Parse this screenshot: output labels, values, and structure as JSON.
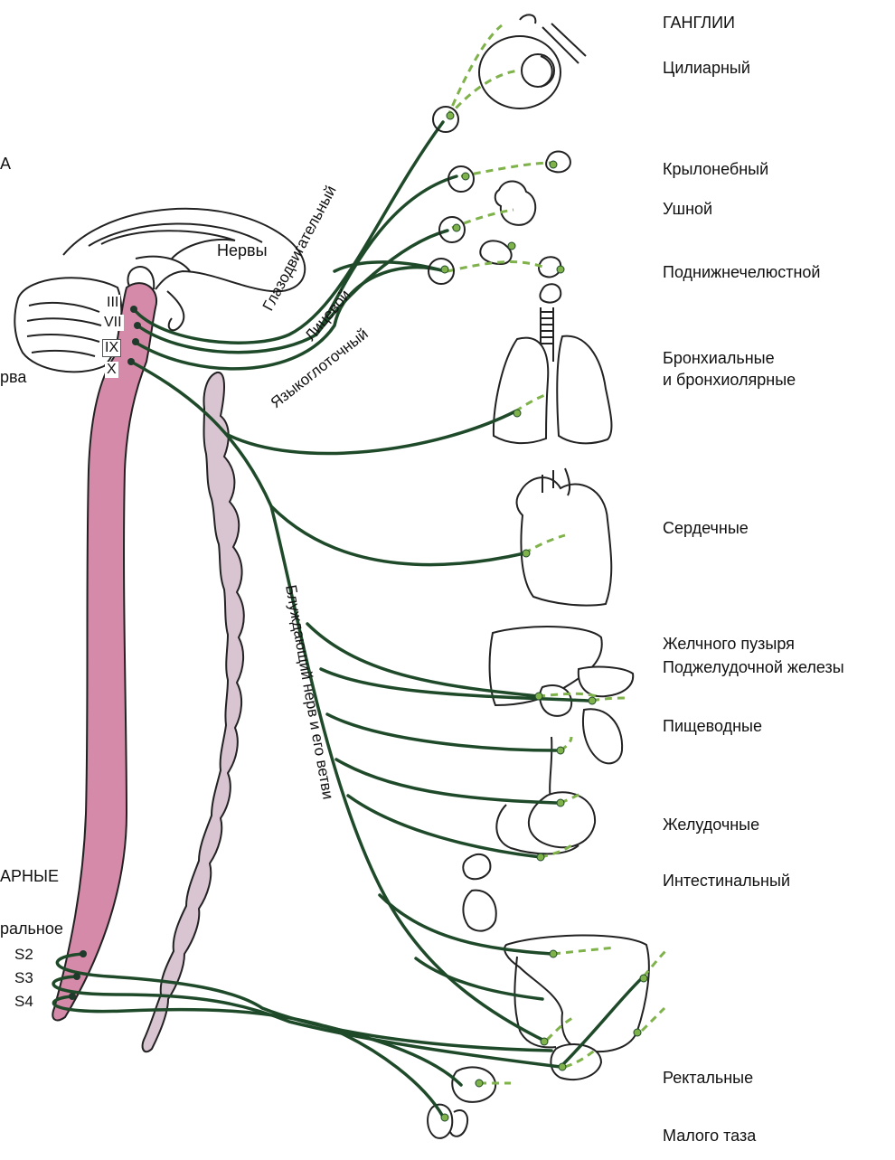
{
  "labels": {
    "ganglia_header": "ГАНГЛИИ",
    "cut_a": "А",
    "nerves": "Нервы",
    "cut_rva": "рва",
    "cut_arnye": "АРНЫЕ",
    "cut_sacral": "ральное",
    "ciliary": "Цилиарный",
    "pterygopalatine": "Крылонебный",
    "otic": "Ушной",
    "submandibular": "Поднижнечелюстной",
    "bronchial_1": "Бронхиальные",
    "bronchial_2": "и бронхиолярные",
    "cardiac": "Сердечные",
    "gallbladder": "Желчного пузыря",
    "pancreas": "Поджелудочной железы",
    "esophageal": "Пищеводные",
    "gastric": "Желудочные",
    "intestinal": "Интестинальный",
    "rectal": "Ректальные",
    "pelvic": "Малого таза"
  },
  "cranial_nerves": [
    "III",
    "VII",
    "IX",
    "X"
  ],
  "sacral_segments": [
    "S2",
    "S3",
    "S4"
  ],
  "nerve_names": {
    "oculomotor": "Глазодвигательный",
    "facial": "Лицевой",
    "glossopharyngeal": "Языкоглоточный",
    "vagus": "Блуждающий нерв и его ветви"
  },
  "colors": {
    "nerve": "#1f4a2a",
    "postganglionic": "#7fb24a",
    "spinal_cord": "#d48aa8",
    "sympathetic_trunk": "#d9c4d2",
    "outline": "#222222"
  }
}
